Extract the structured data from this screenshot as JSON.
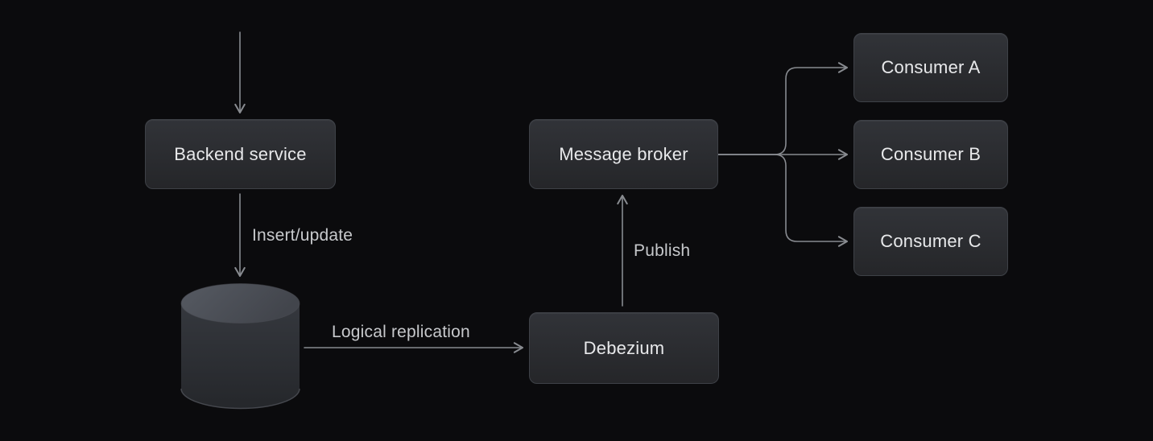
{
  "diagram": {
    "nodes": {
      "backend_service": {
        "label": "Backend service"
      },
      "database": {
        "icon": "database-cylinder-icon"
      },
      "message_broker": {
        "label": "Message broker"
      },
      "debezium": {
        "label": "Debezium"
      },
      "consumer_a": {
        "label": "Consumer A"
      },
      "consumer_b": {
        "label": "Consumer B"
      },
      "consumer_c": {
        "label": "Consumer C"
      }
    },
    "edge_labels": {
      "insert_update": "Insert/update",
      "logical_replication": "Logical replication",
      "publish": "Publish"
    },
    "colors": {
      "background": "#0b0b0d",
      "line": "#888b90",
      "box_top": "#313338",
      "box_bottom": "#252629",
      "box_border": "#3e4147",
      "box_text": "#e8e9eb",
      "label_text": "#c7c9cc",
      "cyl_top_light": "#53575f",
      "cyl_top_dark": "#42454c",
      "cyl_body_top": "#35383e",
      "cyl_body_bottom": "#25272b",
      "cyl_rim": "#4a4d53"
    }
  }
}
